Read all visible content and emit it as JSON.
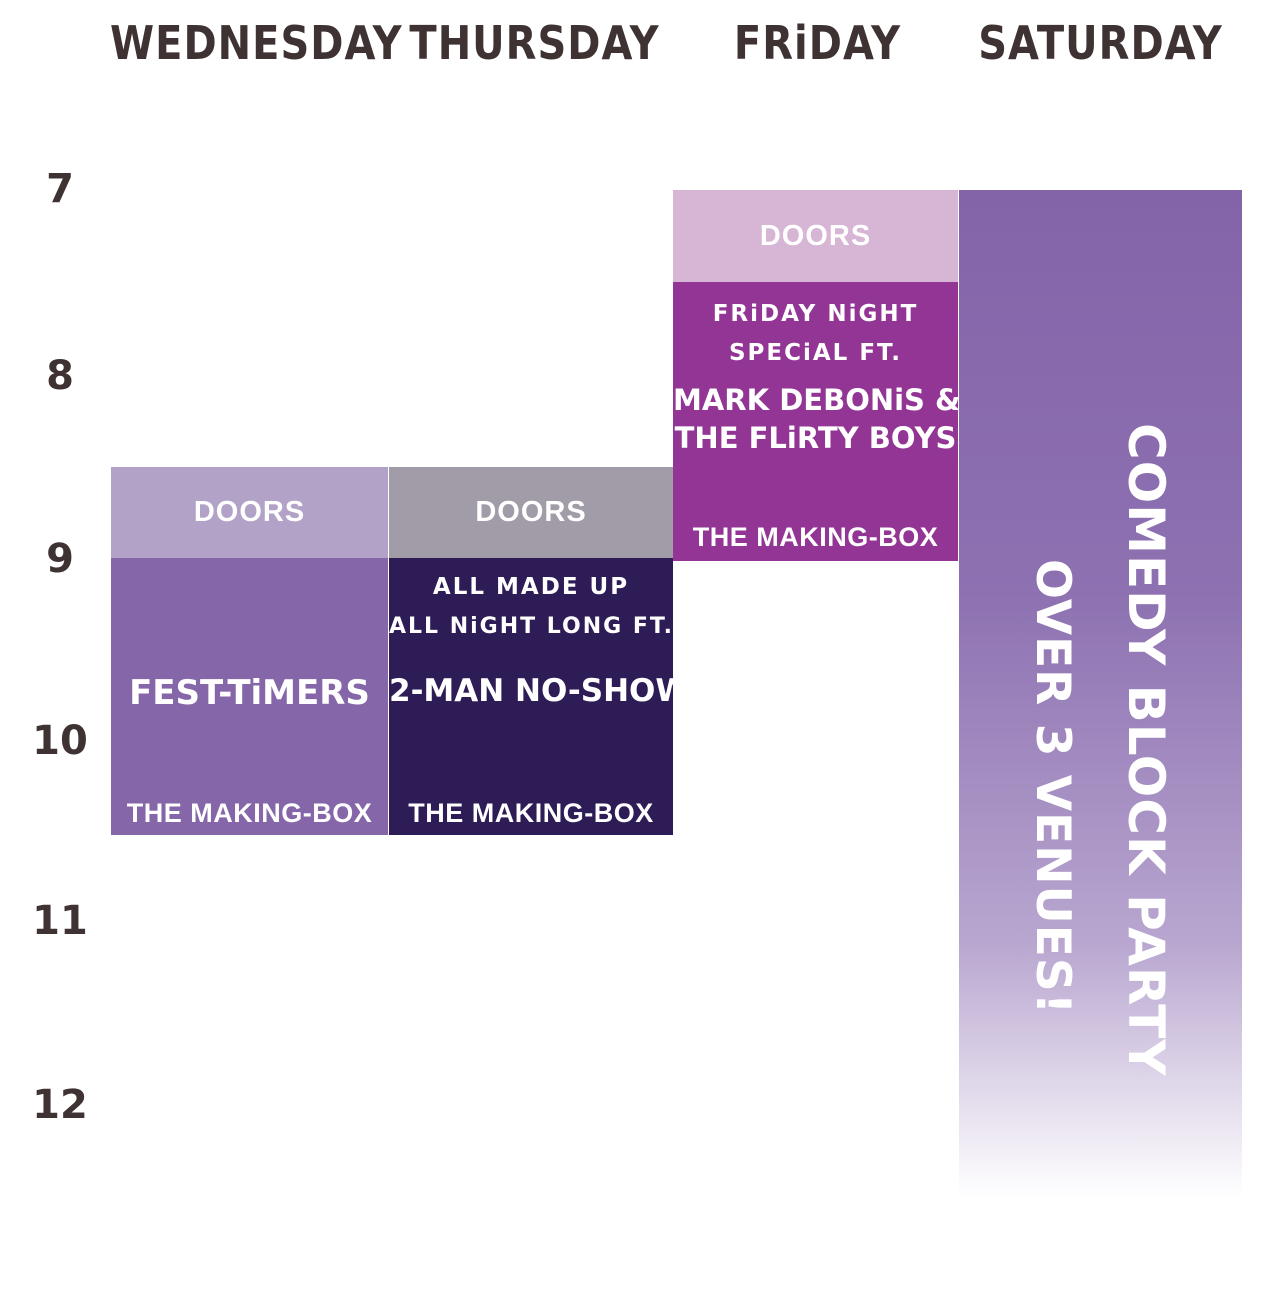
{
  "days": [
    "WEDNESDAY",
    "THURSDAY",
    "FRiDAY",
    "SATURDAY"
  ],
  "hours": [
    "7",
    "8",
    "9",
    "10",
    "11",
    "12"
  ],
  "wednesday": {
    "doors": "DOORS",
    "headline": "FEST-TiMERS",
    "venue": "THE MAKING-BOX",
    "doors_color": "#b3a2c8",
    "show_color": "#8466a9"
  },
  "thursday": {
    "doors": "DOORS",
    "sub_line1": "ALL MADE UP",
    "sub_line2": "ALL NiGHT LONG FT.",
    "headline": "2-MAN NO-SHOW",
    "venue": "THE MAKING-BOX",
    "doors_color": "#a29ca8",
    "show_color": "#2e1c57"
  },
  "friday": {
    "doors": "DOORS",
    "sub_line1": "FRiDAY NiGHT",
    "sub_line2": "SPECiAL FT.",
    "headline_line1": "MARK DEBONiS &",
    "headline_line2": "THE FLiRTY BOYS",
    "venue": "THE MAKING-BOX",
    "doors_color": "#d6b5d5",
    "show_color": "#923594"
  },
  "saturday": {
    "line1": "COMEDY BLOCK PARTY",
    "line2": "OVER 3 VENUES!",
    "color": "#8464a9"
  }
}
